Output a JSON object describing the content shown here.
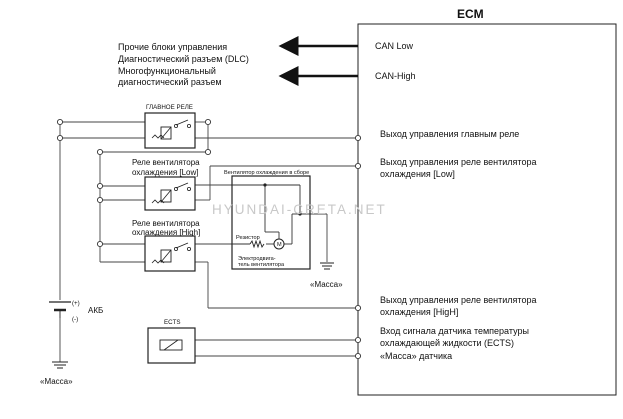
{
  "ecm": {
    "title": "ECM",
    "pins": {
      "can_low": "CAN Low",
      "can_high": "CAN-High",
      "main_relay_out": "Выход управления главным реле",
      "fan_low_out_1": "Выход управления реле вентилятора",
      "fan_low_out_2": "охлаждения [Low]",
      "fan_high_out_1": "Выход управления реле вентилятора",
      "fan_high_out_2": "охлаждения [HigH]",
      "ects_in_1": "Вход сигнала датчика температуры",
      "ects_in_2": "охлаждающей жидкости (ECTS)",
      "sensor_ground": "«Масса» датчика"
    }
  },
  "can_targets": {
    "line1": "Прочие блоки управления",
    "line2": "Диагностический разъем (DLC)",
    "line3": "Многофункциональный",
    "line4": "диагностический разъем"
  },
  "components": {
    "main_relay": "ГЛАВНОЕ РЕЛЕ",
    "fan_relay_low_1": "Реле вентилятора",
    "fan_relay_low_2": "охлаждения [Low]",
    "fan_relay_high_1": "Реле вентилятора",
    "fan_relay_high_2": "охлаждения [High]",
    "fan_assembly": "Вентилятор охлаждения в сборе",
    "resistor": "Резистор",
    "motor_1": "Электродвига-",
    "motor_2": "тель вентилятора",
    "motor_symbol": "M",
    "ects": "ECTS",
    "battery": "АКБ",
    "battery_plus": "(+)",
    "battery_minus": "(-)",
    "ground_right": "«Масса»",
    "ground_left": "«Масса»"
  },
  "watermark": "HYUNDAI-CRETA.NET"
}
